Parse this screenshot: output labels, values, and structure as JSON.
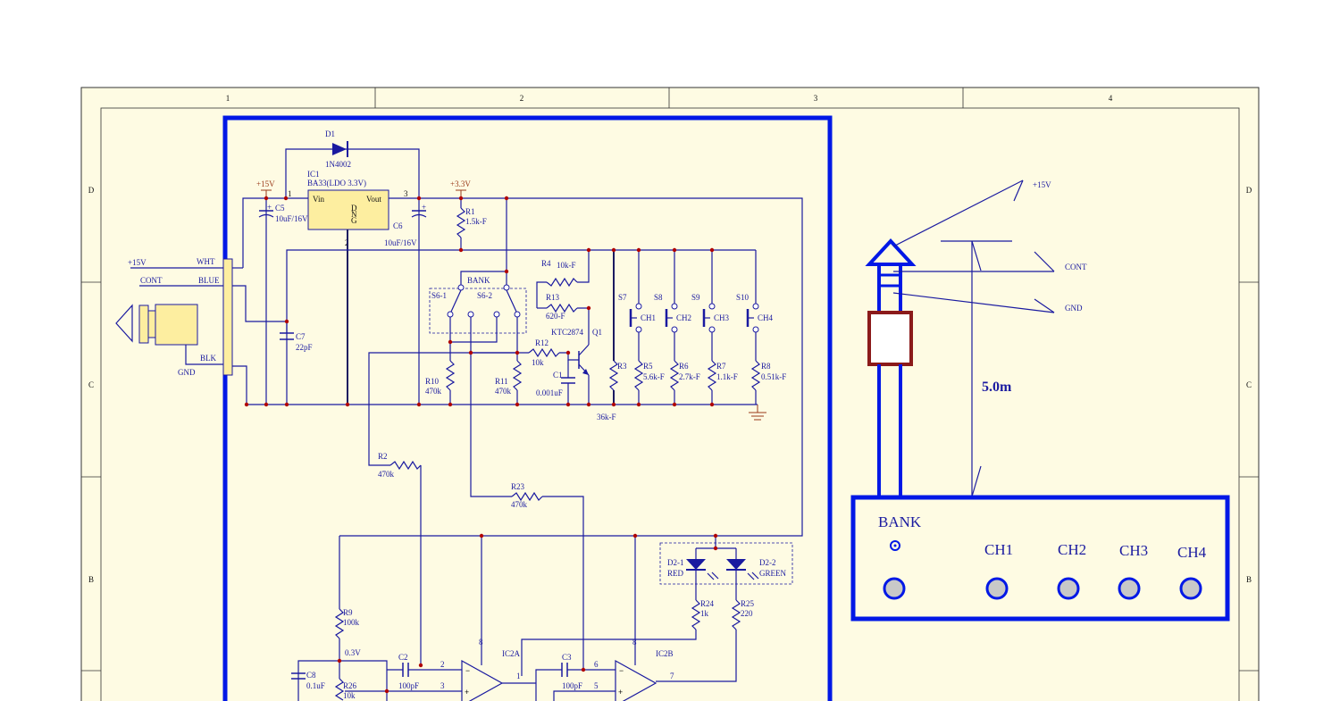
{
  "frame": {
    "columns": [
      "1",
      "2",
      "3",
      "4"
    ],
    "rows": [
      "D",
      "C",
      "B"
    ]
  },
  "labels": {
    "d1": "D1",
    "d1_part": "1N4002",
    "ic1": "IC1",
    "ic1_part": "BA33(LDO 3.3V)",
    "ic1_vin": "Vin",
    "ic1_vout": "Vout",
    "ic1_gnd_top": "G",
    "ic1_gnd_mid": "N",
    "ic1_gnd_bot": "D",
    "ic1_pin1": "1",
    "ic1_pin2": "2",
    "ic1_pin3": "3",
    "p15v": "+15V",
    "p33v": "+3.3V",
    "c5": "C5",
    "c5_val": "10uF/16V",
    "c6": "C6",
    "c6_val": "10uF/16V",
    "r1": "R1",
    "r1_val": "1.5k-F",
    "conn_15v": "+15V",
    "conn_cont": "CONT",
    "conn_gnd": "GND",
    "conn_wht": "WHT",
    "conn_blue": "BLUE",
    "conn_blk": "BLK",
    "c7": "C7",
    "c7_val": "22pF",
    "bank": "BANK",
    "s61": "S6-1",
    "s62": "S6-2",
    "r4": "R4",
    "r4_val": "10k-F",
    "r13": "R13",
    "r13_val": "620-F",
    "r12": "R12",
    "r12_val": "10k",
    "q1": "Q1",
    "q1_part": "KTC2874",
    "c1": "C1",
    "c1_val": "0.001uF",
    "r10": "R10",
    "r10_val": "470k",
    "r11": "R11",
    "r11_val": "470k",
    "r3": "R3",
    "r3_val": "36k-F",
    "s7": "S7",
    "s8": "S8",
    "s9": "S9",
    "s10": "S10",
    "ch1": "CH1",
    "ch2": "CH2",
    "ch3": "CH3",
    "ch4": "CH4",
    "r5": "R5",
    "r5_val": "5.6k-F",
    "r6": "R6",
    "r6_val": "2.7k-F",
    "r7": "R7",
    "r7_val": "1.1k-F",
    "r8": "R8",
    "r8_val": "0.51k-F",
    "r2": "R2",
    "r2_val": "470k",
    "r23": "R23",
    "r23_val": "470k",
    "d21": "D2-1",
    "d21_col": "RED",
    "d22": "D2-2",
    "d22_col": "GREEN",
    "r24": "R24",
    "r24_val": "1k",
    "r25": "R25",
    "r25_val": "220",
    "r9": "R9",
    "r9_val": "100k",
    "v03": "0.3V",
    "c8": "C8",
    "c8_val": "0.1uF",
    "r26": "R26",
    "r26_val": "10k",
    "c2": "C2",
    "c2_val": "100pF",
    "c3": "C3",
    "c3_val": "100pF",
    "ic2a": "IC2A",
    "ic2b": "IC2B",
    "pin1": "1",
    "pin2": "2",
    "pin3": "3",
    "pin5": "5",
    "pin6": "6",
    "pin7": "7",
    "pin8a": "8",
    "pin8b": "8"
  },
  "panel": {
    "p15v": "+15V",
    "cont": "CONT",
    "gnd": "GND",
    "length": "5.0m",
    "bank": "BANK",
    "ch1": "CH1",
    "ch2": "CH2",
    "ch3": "CH3",
    "ch4": "CH4"
  },
  "colors": {
    "sheet": "#fefbe3",
    "wire": "#1a1aa0",
    "highlight": "#0018e6",
    "junction": "#b00000",
    "component_fill": "#fdeea0",
    "plug_body": "#8b1a1a"
  }
}
